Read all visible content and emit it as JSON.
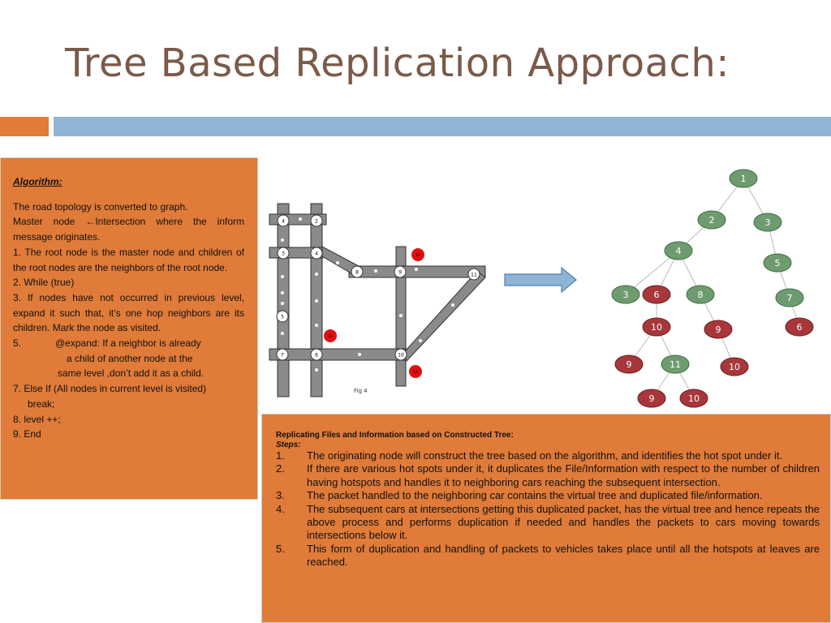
{
  "slide": {
    "title": "Tree Based Replication Approach:"
  },
  "algorithm": {
    "heading": "Algorithm:",
    "lines": [
      "The road topology is converted to graph.",
      "Master node ←Intersection where the inform message originates.",
      "1. The root node is the master node and children of the root nodes are the neighbors of the root node.",
      "2. While (true)",
      "3. If nodes have not occurred in previous level, expand it such that, it’s one hop neighbors are its children. Mark the node as visited."
    ],
    "step5_number": "5.",
    "step5_line1": "@expand: If a neighbor is already",
    "step5_line2": "a child of another node at the",
    "step5_line3": "same level ,don’t add it as a child.",
    "step7": "7. Else If (All nodes in current level is visited)",
    "step7_break": "break;",
    "step8": "8. level ++;",
    "step9": "9. End"
  },
  "road_map": {
    "fig_label": "Fig 4",
    "nodes": [
      "4",
      "2",
      "3",
      "4",
      "8",
      "9",
      "11",
      "5",
      "7",
      "6",
      "10"
    ],
    "hotspots": [
      "10",
      "11",
      "12"
    ]
  },
  "tree": {
    "colors": {
      "normal": "#6e9c70",
      "hotspot": "#a7373a"
    },
    "nodes": [
      {
        "label": "1",
        "hot": false
      },
      {
        "label": "2",
        "hot": false
      },
      {
        "label": "3",
        "hot": false
      },
      {
        "label": "4",
        "hot": false
      },
      {
        "label": "5",
        "hot": false
      },
      {
        "label": "3",
        "hot": false
      },
      {
        "label": "6",
        "hot": true
      },
      {
        "label": "8",
        "hot": false
      },
      {
        "label": "7",
        "hot": false
      },
      {
        "label": "6",
        "hot": true
      },
      {
        "label": "10",
        "hot": true
      },
      {
        "label": "9",
        "hot": true
      },
      {
        "label": "9",
        "hot": true
      },
      {
        "label": "11",
        "hot": false
      },
      {
        "label": "10",
        "hot": true
      },
      {
        "label": "9",
        "hot": true
      },
      {
        "label": "10",
        "hot": true
      }
    ]
  },
  "steps": {
    "heading": "Replicating Files and Information based on Constructed Tree:",
    "subheading": "Steps:",
    "items": [
      {
        "num": "1.",
        "text": "The originating node will construct the tree based on the algorithm, and identifies the hot spot under it."
      },
      {
        "num": "2.",
        "text": "If there are various hot spots under it, it duplicates the File/Information with respect to the number of children having hotspots and handles it to neighboring cars reaching the subsequent intersection."
      },
      {
        "num": "3.",
        "text": "The packet handled to the neighboring car contains the virtual tree and duplicated file/information."
      },
      {
        "num": "4.",
        "text": "The subsequent cars at intersections getting this duplicated packet, has the virtual tree and hence repeats the above process and performs duplication if needed and handles the packets to cars moving towards intersections below it."
      },
      {
        "num": "5.",
        "text": "This form of duplication and handling of packets to vehicles takes place until all the hotspots at leaves are reached."
      }
    ]
  }
}
